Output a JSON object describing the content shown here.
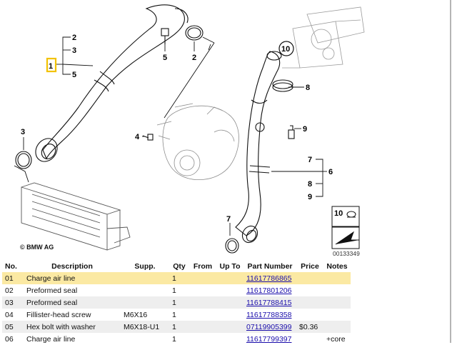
{
  "diagram": {
    "callouts": {
      "c1": "1",
      "c2a": "2",
      "c3a": "3",
      "c5a": "5",
      "c5b": "5",
      "c2b": "2",
      "c3b": "3",
      "c4": "4",
      "c10": "10",
      "c8a": "8",
      "c9a": "9",
      "c7a": "7",
      "c6": "6",
      "c8b": "8",
      "c9b": "9",
      "c7b": "7",
      "c10b": "10"
    },
    "copyright": "© BMW AG",
    "diagram_id": "00133349",
    "accent_color": "#f2c200"
  },
  "table": {
    "headers": [
      "No.",
      "Description",
      "Supp.",
      "Qty",
      "From",
      "Up To",
      "Part Number",
      "Price",
      "Notes"
    ],
    "rows": [
      {
        "no": "01",
        "description": "Charge air line",
        "supp": "",
        "qty": "1",
        "from": "",
        "upto": "",
        "part": "11617786865",
        "price": "",
        "notes": ""
      },
      {
        "no": "02",
        "description": "Preformed seal",
        "supp": "",
        "qty": "1",
        "from": "",
        "upto": "",
        "part": "11617801206",
        "price": "",
        "notes": ""
      },
      {
        "no": "03",
        "description": "Preformed seal",
        "supp": "",
        "qty": "1",
        "from": "",
        "upto": "",
        "part": "11617788415",
        "price": "",
        "notes": ""
      },
      {
        "no": "04",
        "description": "Fillister-head screw",
        "supp": "M6X16",
        "qty": "1",
        "from": "",
        "upto": "",
        "part": "11617788358",
        "price": "",
        "notes": ""
      },
      {
        "no": "05",
        "description": "Hex bolt with washer",
        "supp": "M6X18-U1",
        "qty": "1",
        "from": "",
        "upto": "",
        "part": "07119905399",
        "price": "$0.36",
        "notes": ""
      },
      {
        "no": "06",
        "description": "Charge air line",
        "supp": "",
        "qty": "1",
        "from": "",
        "upto": "",
        "part": "11617799397",
        "price": "",
        "notes": "+core"
      }
    ],
    "highlight_color": "#fbe9a3",
    "link_color": "#1a0dab"
  }
}
